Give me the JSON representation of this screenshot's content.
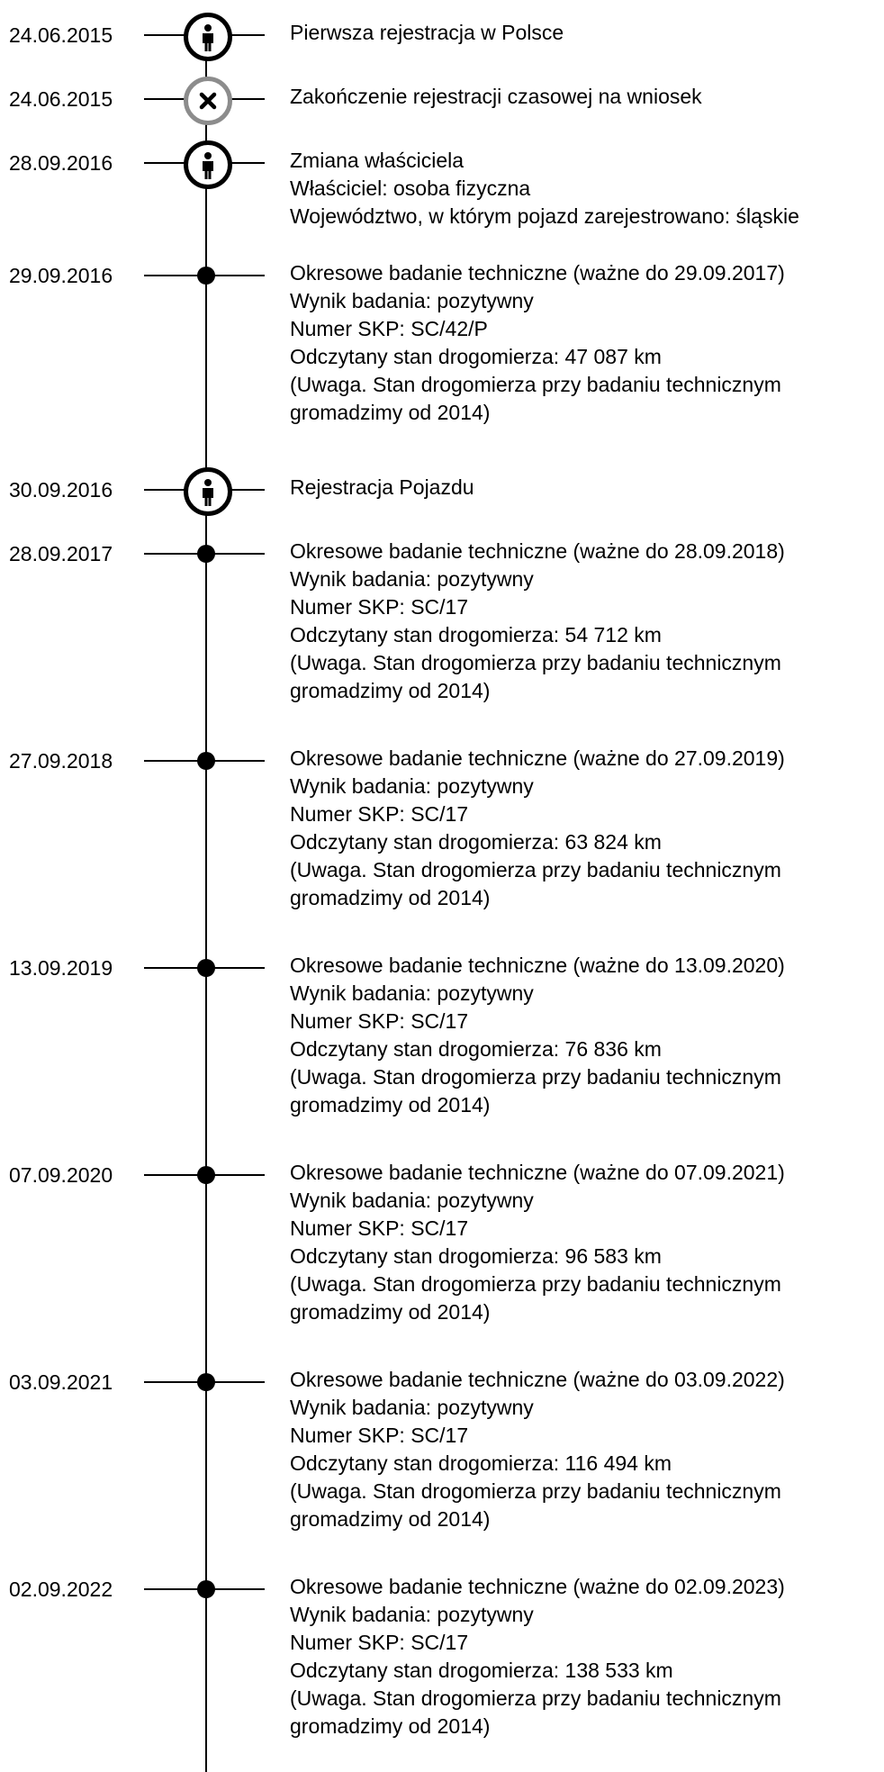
{
  "events": [
    {
      "date": "24.06.2015",
      "icon": "person-icon",
      "lines": [
        "Pierwsza rejestracja w Polsce"
      ]
    },
    {
      "date": "24.06.2015",
      "icon": "close-icon",
      "lines": [
        "Zakończenie rejestracji czasowej na wniosek"
      ]
    },
    {
      "date": "28.09.2016",
      "icon": "person-icon",
      "lines": [
        "Zmiana właściciela",
        "Właściciel: osoba fizyczna",
        "Województwo, w którym pojazd zarejestrowano: śląskie"
      ]
    },
    {
      "date": "29.09.2016",
      "icon": "dot",
      "lines": [
        "Okresowe badanie techniczne (ważne do 29.09.2017)",
        "Wynik badania: pozytywny",
        "Numer SKP: SC/42/P",
        "Odczytany stan drogomierza: 47 087 km",
        "(Uwaga. Stan drogomierza przy badaniu technicznym",
        "gromadzimy od 2014)"
      ]
    },
    {
      "date": "30.09.2016",
      "icon": "person-icon",
      "lines": [
        "Rejestracja Pojazdu"
      ]
    },
    {
      "date": "28.09.2017",
      "icon": "dot",
      "lines": [
        "Okresowe badanie techniczne (ważne do 28.09.2018)",
        "Wynik badania: pozytywny",
        "Numer SKP: SC/17",
        "Odczytany stan drogomierza: 54 712 km",
        "(Uwaga. Stan drogomierza przy badaniu technicznym",
        "gromadzimy od 2014)"
      ]
    },
    {
      "date": "27.09.2018",
      "icon": "dot",
      "lines": [
        "Okresowe badanie techniczne (ważne do 27.09.2019)",
        "Wynik badania: pozytywny",
        "Numer SKP: SC/17",
        "Odczytany stan drogomierza: 63 824 km",
        "(Uwaga. Stan drogomierza przy badaniu technicznym",
        "gromadzimy od 2014)"
      ]
    },
    {
      "date": "13.09.2019",
      "icon": "dot",
      "lines": [
        "Okresowe badanie techniczne (ważne do 13.09.2020)",
        "Wynik badania: pozytywny",
        "Numer SKP: SC/17",
        "Odczytany stan drogomierza: 76 836 km",
        "(Uwaga. Stan drogomierza przy badaniu technicznym",
        "gromadzimy od 2014)"
      ]
    },
    {
      "date": "07.09.2020",
      "icon": "dot",
      "lines": [
        "Okresowe badanie techniczne (ważne do 07.09.2021)",
        "Wynik badania: pozytywny",
        "Numer SKP: SC/17",
        "Odczytany stan drogomierza: 96 583 km",
        "(Uwaga. Stan drogomierza przy badaniu technicznym",
        "gromadzimy od 2014)"
      ]
    },
    {
      "date": "03.09.2021",
      "icon": "dot",
      "lines": [
        "Okresowe badanie techniczne (ważne do 03.09.2022)",
        "Wynik badania: pozytywny",
        "Numer SKP: SC/17",
        "Odczytany stan drogomierza: 116 494 km",
        "(Uwaga. Stan drogomierza przy badaniu technicznym",
        "gromadzimy od 2014)"
      ]
    },
    {
      "date": "02.09.2022",
      "icon": "dot",
      "lines": [
        "Okresowe badanie techniczne (ważne do 02.09.2023)",
        "Wynik badania: pozytywny",
        "Numer SKP: SC/17",
        "Odczytany stan drogomierza: 138 533 km",
        "(Uwaga. Stan drogomierza przy badaniu technicznym",
        "gromadzimy od 2014)"
      ]
    }
  ]
}
